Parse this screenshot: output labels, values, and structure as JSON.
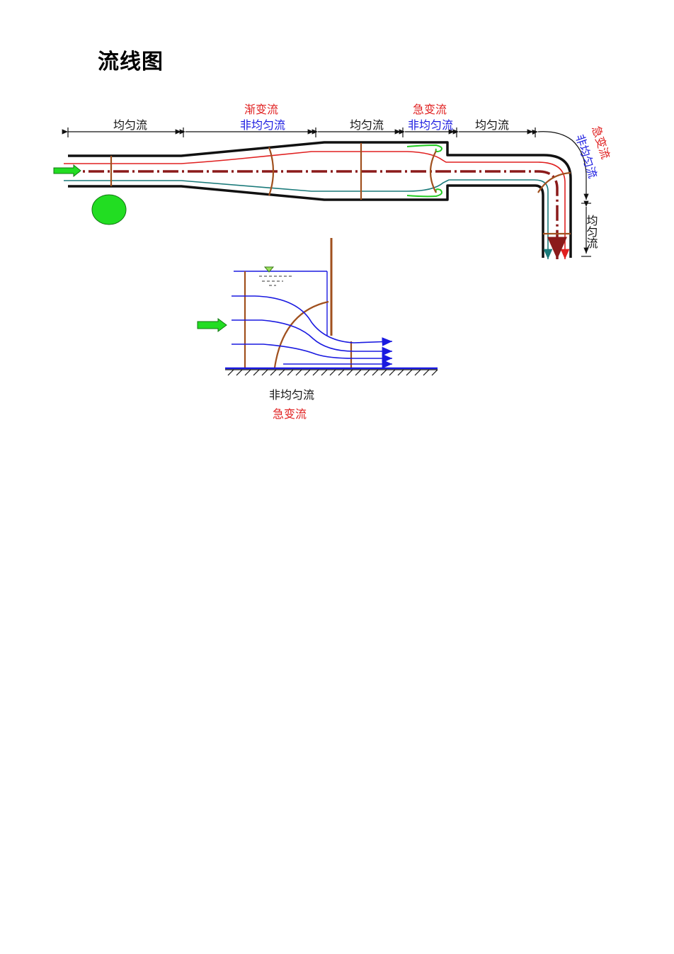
{
  "title": "流线图",
  "colors": {
    "red": "#e02020",
    "blue": "#1a1ae0",
    "black": "#111111",
    "brown": "#a0501e",
    "green": "#22dd22",
    "teal": "#1a7a7a",
    "darkred": "#8b1a1a"
  },
  "pipe_labels": {
    "seg1": "均匀流",
    "seg2_top": "渐变流",
    "seg2_bottom": "非均匀流",
    "seg3": "均匀流",
    "seg4_top": "急变流",
    "seg4_bottom": "非均匀流",
    "seg5": "均匀流",
    "bend_red": "急变流",
    "bend_blue": "非均匀流",
    "vertical": "均匀流"
  },
  "gate_labels": {
    "black": "非均匀流",
    "red": "急变流"
  }
}
